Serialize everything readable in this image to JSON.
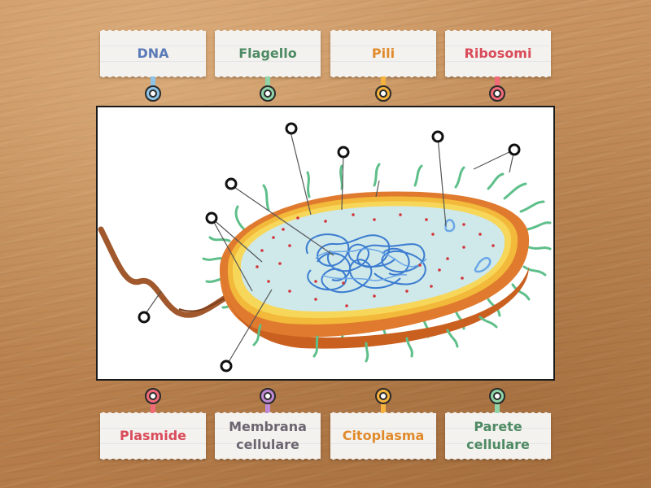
{
  "labels_top": [
    {
      "text": "DNA",
      "color": "#5a7bb8",
      "pin_color": "#8ec3e6"
    },
    {
      "text": "Flagello",
      "color": "#4e8a63",
      "pin_color": "#8fd4a8"
    },
    {
      "text": "Pili",
      "color": "#e08a2a",
      "pin_color": "#f5b23c"
    },
    {
      "text": "Ribosomi",
      "color": "#d94c5a",
      "pin_color": "#f06a78"
    }
  ],
  "labels_bottom": [
    {
      "text": "Plasmide",
      "color": "#d94c5a",
      "pin_color": "#f06a78"
    },
    {
      "text": "Membrana cellulare",
      "color": "#6b6570",
      "pin_color": "#c08ad4"
    },
    {
      "text": "Citoplasma",
      "color": "#e08a2a",
      "pin_color": "#f5b23c"
    },
    {
      "text": "Parete cellulare",
      "color": "#4e8a63",
      "pin_color": "#8fd4a8"
    }
  ],
  "colors": {
    "outer_wall": "#e07a2e",
    "capsule_shadow": "#c9601f",
    "membrane": "#f2b93a",
    "cytoplasm": "#cfe8ea",
    "dna": "#3b7cd0",
    "ribosome": "#d2343a",
    "pili": "#5fbf8a",
    "flagellum": "#a0582c"
  }
}
